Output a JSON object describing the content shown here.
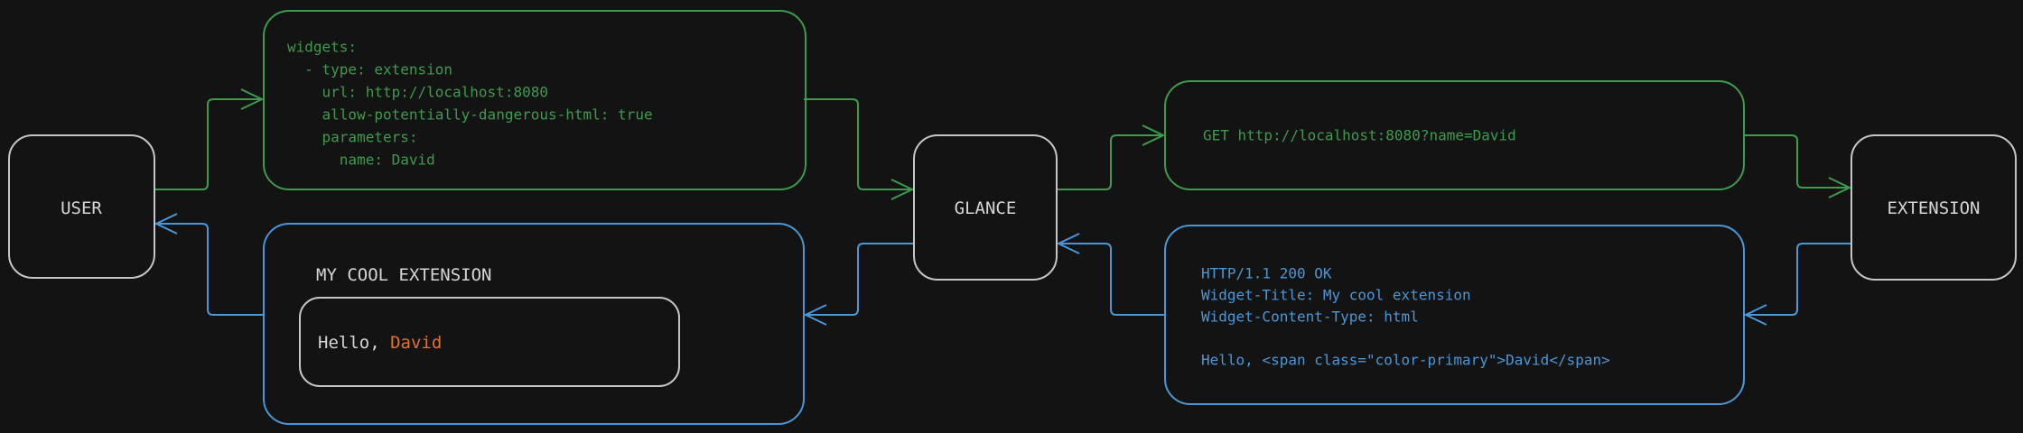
{
  "colors": {
    "background": "#131313",
    "green": "#3c9b4c",
    "blue": "#4a97d7",
    "orange": "#e2712e",
    "node_border": "#c6c6c6",
    "text_light": "#d6d6d6"
  },
  "nodes": {
    "user": "USER",
    "glance": "GLANCE",
    "extension": "EXTENSION"
  },
  "config_box": {
    "lines": [
      "widgets:",
      "  - type: extension",
      "    url: http://localhost:8080",
      "    allow-potentially-dangerous-html: true",
      "    parameters:",
      "      name: David"
    ]
  },
  "request_box": {
    "text": "GET http://localhost:8080?name=David"
  },
  "response_box": {
    "lines": [
      "HTTP/1.1 200 OK",
      "Widget-Title: My cool extension",
      "Widget-Content-Type: html",
      "",
      "Hello, <span class=\"color-primary\">David</span>"
    ]
  },
  "widget_box": {
    "title": "MY COOL EXTENSION",
    "greeting_prefix": "Hello, ",
    "greeting_name": "David"
  }
}
